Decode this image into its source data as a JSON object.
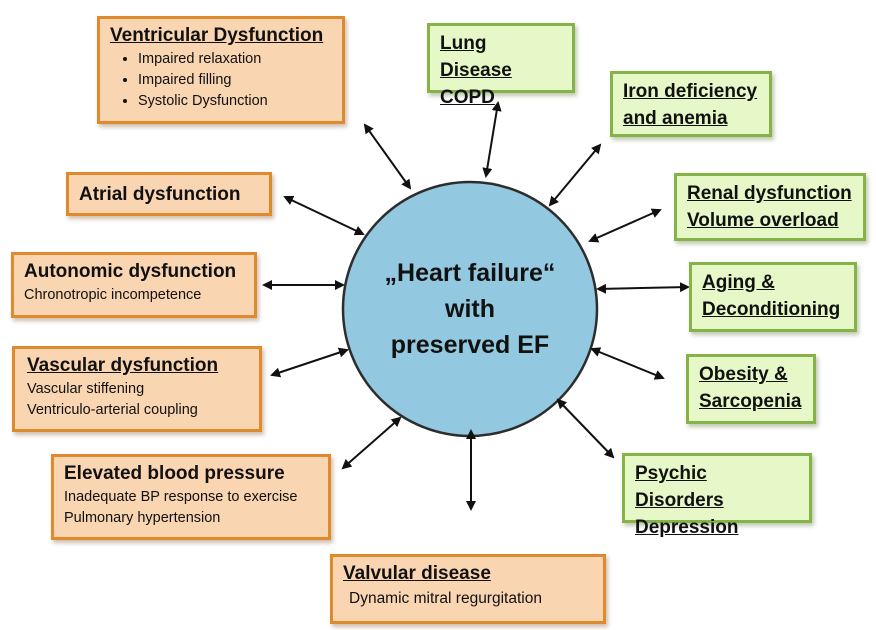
{
  "center": {
    "lines": [
      "„Heart failure“",
      "with",
      "preserved EF"
    ],
    "fill": "#93c9e0",
    "stroke": "#2d2d2d"
  },
  "colors": {
    "orange_fill": "#fad5b2",
    "orange_border": "#e08a2e",
    "green_fill": "#e6f7c8",
    "green_border": "#86b348",
    "arrow": "#111111"
  },
  "left_boxes": {
    "ventricular": {
      "title": "Ventricular Dysfunction",
      "bullets": [
        "Impaired relaxation",
        "Impaired filling",
        "Systolic Dysfunction"
      ]
    },
    "atrial": {
      "title": "Atrial dysfunction"
    },
    "autonomic": {
      "title": "Autonomic dysfunction",
      "lines": [
        "Chronotropic incompetence"
      ]
    },
    "vascular": {
      "title": "Vascular dysfunction",
      "lines": [
        "Vascular stiffening",
        "Ventriculo-arterial coupling"
      ]
    },
    "blood_pressure": {
      "title": "Elevated blood pressure",
      "lines": [
        "Inadequate BP response to exercise",
        "Pulmonary hypertension"
      ]
    },
    "valvular": {
      "title": "Valvular disease",
      "lines": [
        "Dynamic mitral regurgitation"
      ]
    }
  },
  "right_boxes": {
    "lung": {
      "lines": [
        "Lung Disease",
        "COPD"
      ]
    },
    "iron": {
      "lines": [
        "Iron deficiency",
        "and anemia"
      ]
    },
    "renal": {
      "lines": [
        "Renal dysfunction",
        "Volume overload"
      ]
    },
    "aging": {
      "lines": [
        "Aging &",
        "Deconditioning"
      ]
    },
    "obesity": {
      "lines": [
        "Obesity &",
        "Sarcopenia"
      ]
    },
    "psychic": {
      "lines": [
        "Psychic Disorders",
        "Depression"
      ]
    }
  }
}
